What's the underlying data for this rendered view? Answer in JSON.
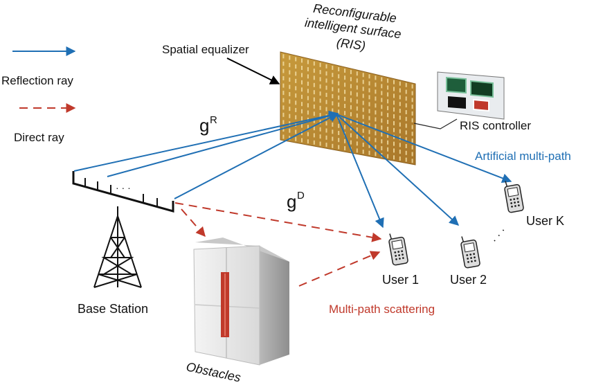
{
  "legend": {
    "reflection_label": "Reflection ray",
    "direct_label": "Direct ray"
  },
  "labels": {
    "spatial_equalizer": "Spatial equalizer",
    "ris_title_line1": "Reconfigurable",
    "ris_title_line2": "intelligent surface",
    "ris_title_line3": "(RIS)",
    "ris_controller": "RIS controller",
    "artificial_multipath": "Artificial multi-path",
    "multipath_scattering": "Multi-path scattering",
    "base_station": "Base Station",
    "obstacles": "Obstacles",
    "user_1": "User 1",
    "user_2": "User 2",
    "user_k": "User K",
    "array_dots": "· · ·",
    "user_dots": "· · ·",
    "gR_base": "g",
    "gR_sup": "R",
    "gD_base": "g",
    "gD_sup": "D"
  },
  "colors": {
    "reflection": "#1f6fb4",
    "direct": "#c0392b",
    "ris_surface": "#b8862e",
    "artificial_text": "#1f6fb4",
    "scattering_text": "#c0392b"
  }
}
